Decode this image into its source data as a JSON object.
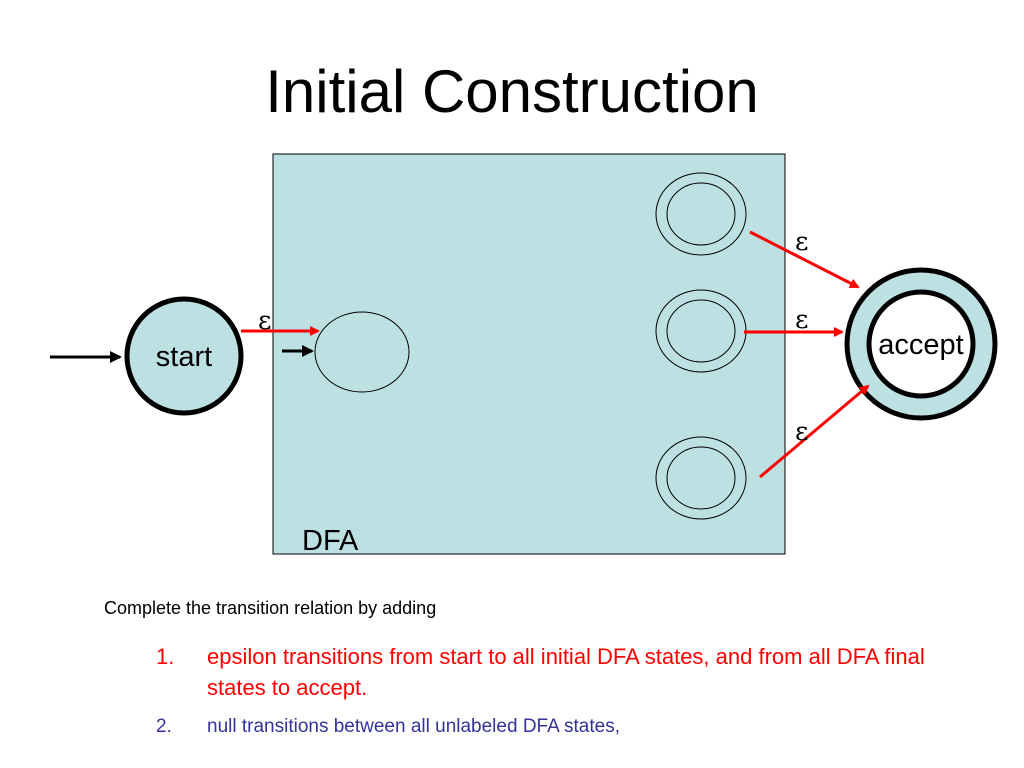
{
  "slide": {
    "title": "Initial Construction",
    "intro": "Complete the transition relation by adding",
    "items": [
      {
        "number": "1.",
        "text": "epsilon transitions from start to all initial DFA states, and from all DFA final states to accept."
      },
      {
        "number": "2.",
        "text": "null transitions between all unlabeled DFA states,"
      }
    ]
  },
  "diagram": {
    "box_label": "DFA",
    "nodes": {
      "start": "start",
      "accept": "accept"
    },
    "edge_label": "ε",
    "colors": {
      "box_fill": "#bde0e3",
      "node_fill": "#bde0e3",
      "epsilon_edge": "#ff0000",
      "stroke": "#000000"
    }
  }
}
